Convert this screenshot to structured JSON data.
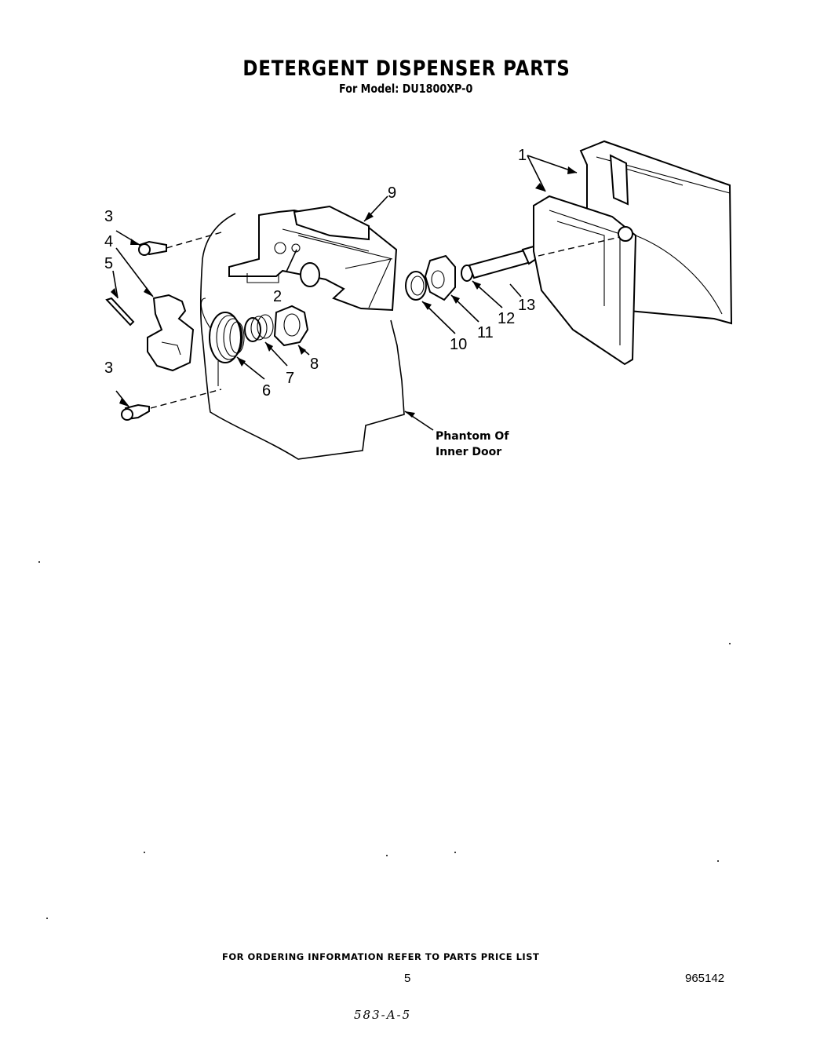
{
  "header": {
    "title": "DETERGENT DISPENSER  PARTS",
    "subtitle": "For Model: DU1800XP-0"
  },
  "diagram": {
    "callouts": [
      "1",
      "2",
      "3",
      "3",
      "4",
      "5",
      "6",
      "7",
      "8",
      "9",
      "10",
      "11",
      "12",
      "13"
    ],
    "caption_line1": "Phantom Of",
    "caption_line2": "Inner Door"
  },
  "footer": {
    "note": "FOR ORDERING INFORMATION REFER TO PARTS PRICE LIST",
    "page_number": "5",
    "doc_number": "965142",
    "handwritten": "583-A-5"
  }
}
